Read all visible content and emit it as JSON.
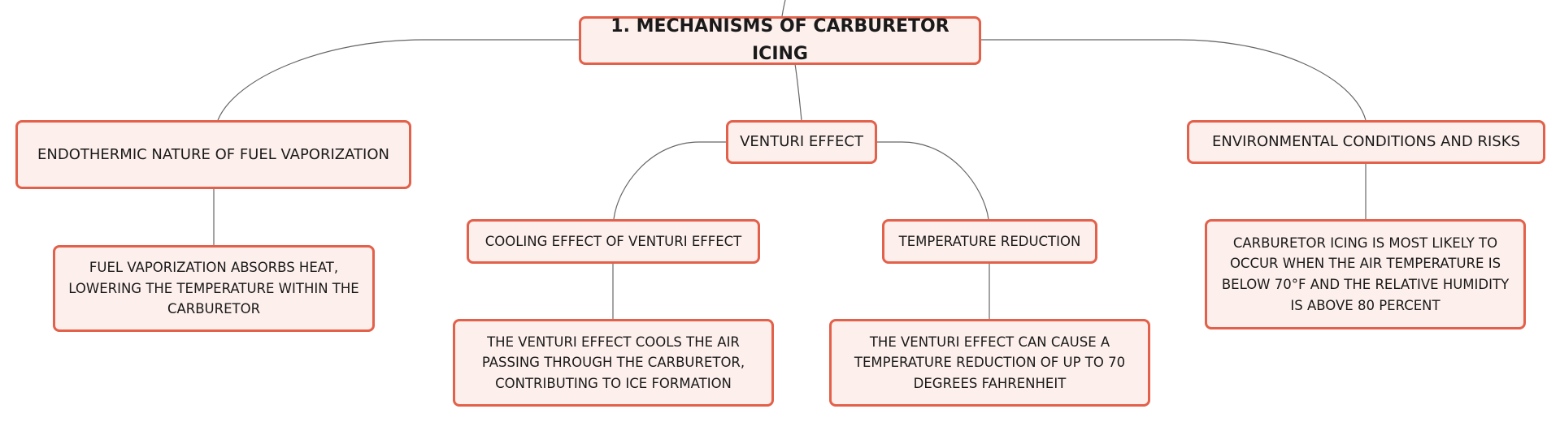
{
  "diagram": {
    "root": {
      "id": "root",
      "label": "1. Mechanisms of Carburetor Icing"
    },
    "nodes": [
      {
        "id": "endothermic",
        "parent": "root",
        "label": "Endothermic Nature of Fuel Vaporization"
      },
      {
        "id": "venturi",
        "parent": "root",
        "label": "Venturi Effect"
      },
      {
        "id": "environment",
        "parent": "root",
        "label": "Environmental Conditions and Risks"
      },
      {
        "id": "fuel-vapor-detail",
        "parent": "endothermic",
        "label": "Fuel vaporization absorbs heat, lowering the temperature within the carburetor"
      },
      {
        "id": "cooling-effect",
        "parent": "venturi",
        "label": "Cooling Effect of Venturi Effect"
      },
      {
        "id": "temp-reduction",
        "parent": "venturi",
        "label": "Temperature Reduction"
      },
      {
        "id": "cooling-detail",
        "parent": "cooling-effect",
        "label": "The Venturi effect cools the air passing through the carburetor, contributing to ice formation"
      },
      {
        "id": "temp-detail",
        "parent": "temp-reduction",
        "label": "The Venturi effect can cause a temperature reduction of up to 70 degrees Fahrenheit"
      },
      {
        "id": "environment-detail",
        "parent": "environment",
        "label": "Carburetor icing is most likely to occur when the air temperature is below 70°F and the relative humidity is above 80 percent"
      }
    ]
  },
  "colors": {
    "node_fill": "#fdf0ec",
    "node_border": "#e3604a",
    "connector": "#666666",
    "text": "#1a1a1a"
  }
}
